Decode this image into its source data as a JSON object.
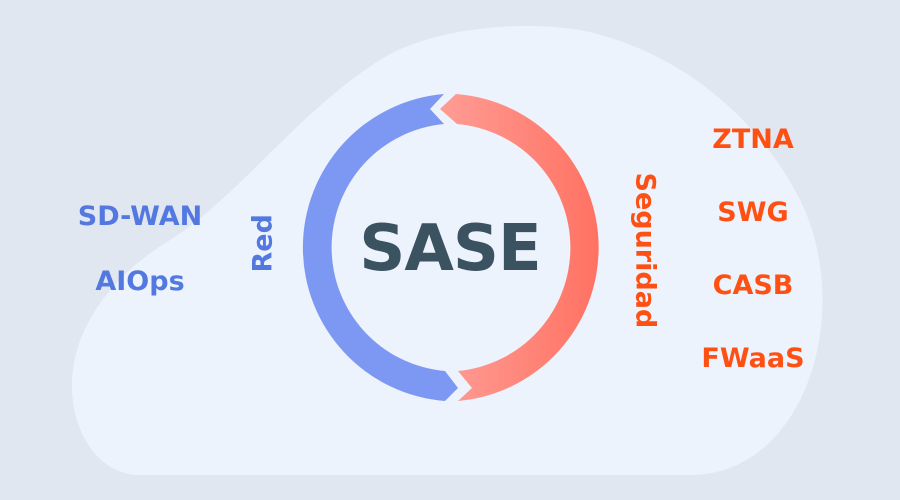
{
  "center": {
    "title": "SASE",
    "color": "#3b5260"
  },
  "left_group": {
    "label": "Red",
    "color": "#5378e0",
    "arc_color": "#7d98f2",
    "items": [
      "SD-WAN",
      "AIOps"
    ]
  },
  "right_group": {
    "label": "Seguridad",
    "color": "#ff5014",
    "arc_gradient": [
      "#ff9a92",
      "#ff7060"
    ],
    "items": [
      "ZTNA",
      "SWG",
      "CASB",
      "FWaaS"
    ]
  },
  "colors": {
    "background": "#e0e7f1",
    "blob": "#ecf3fd"
  }
}
